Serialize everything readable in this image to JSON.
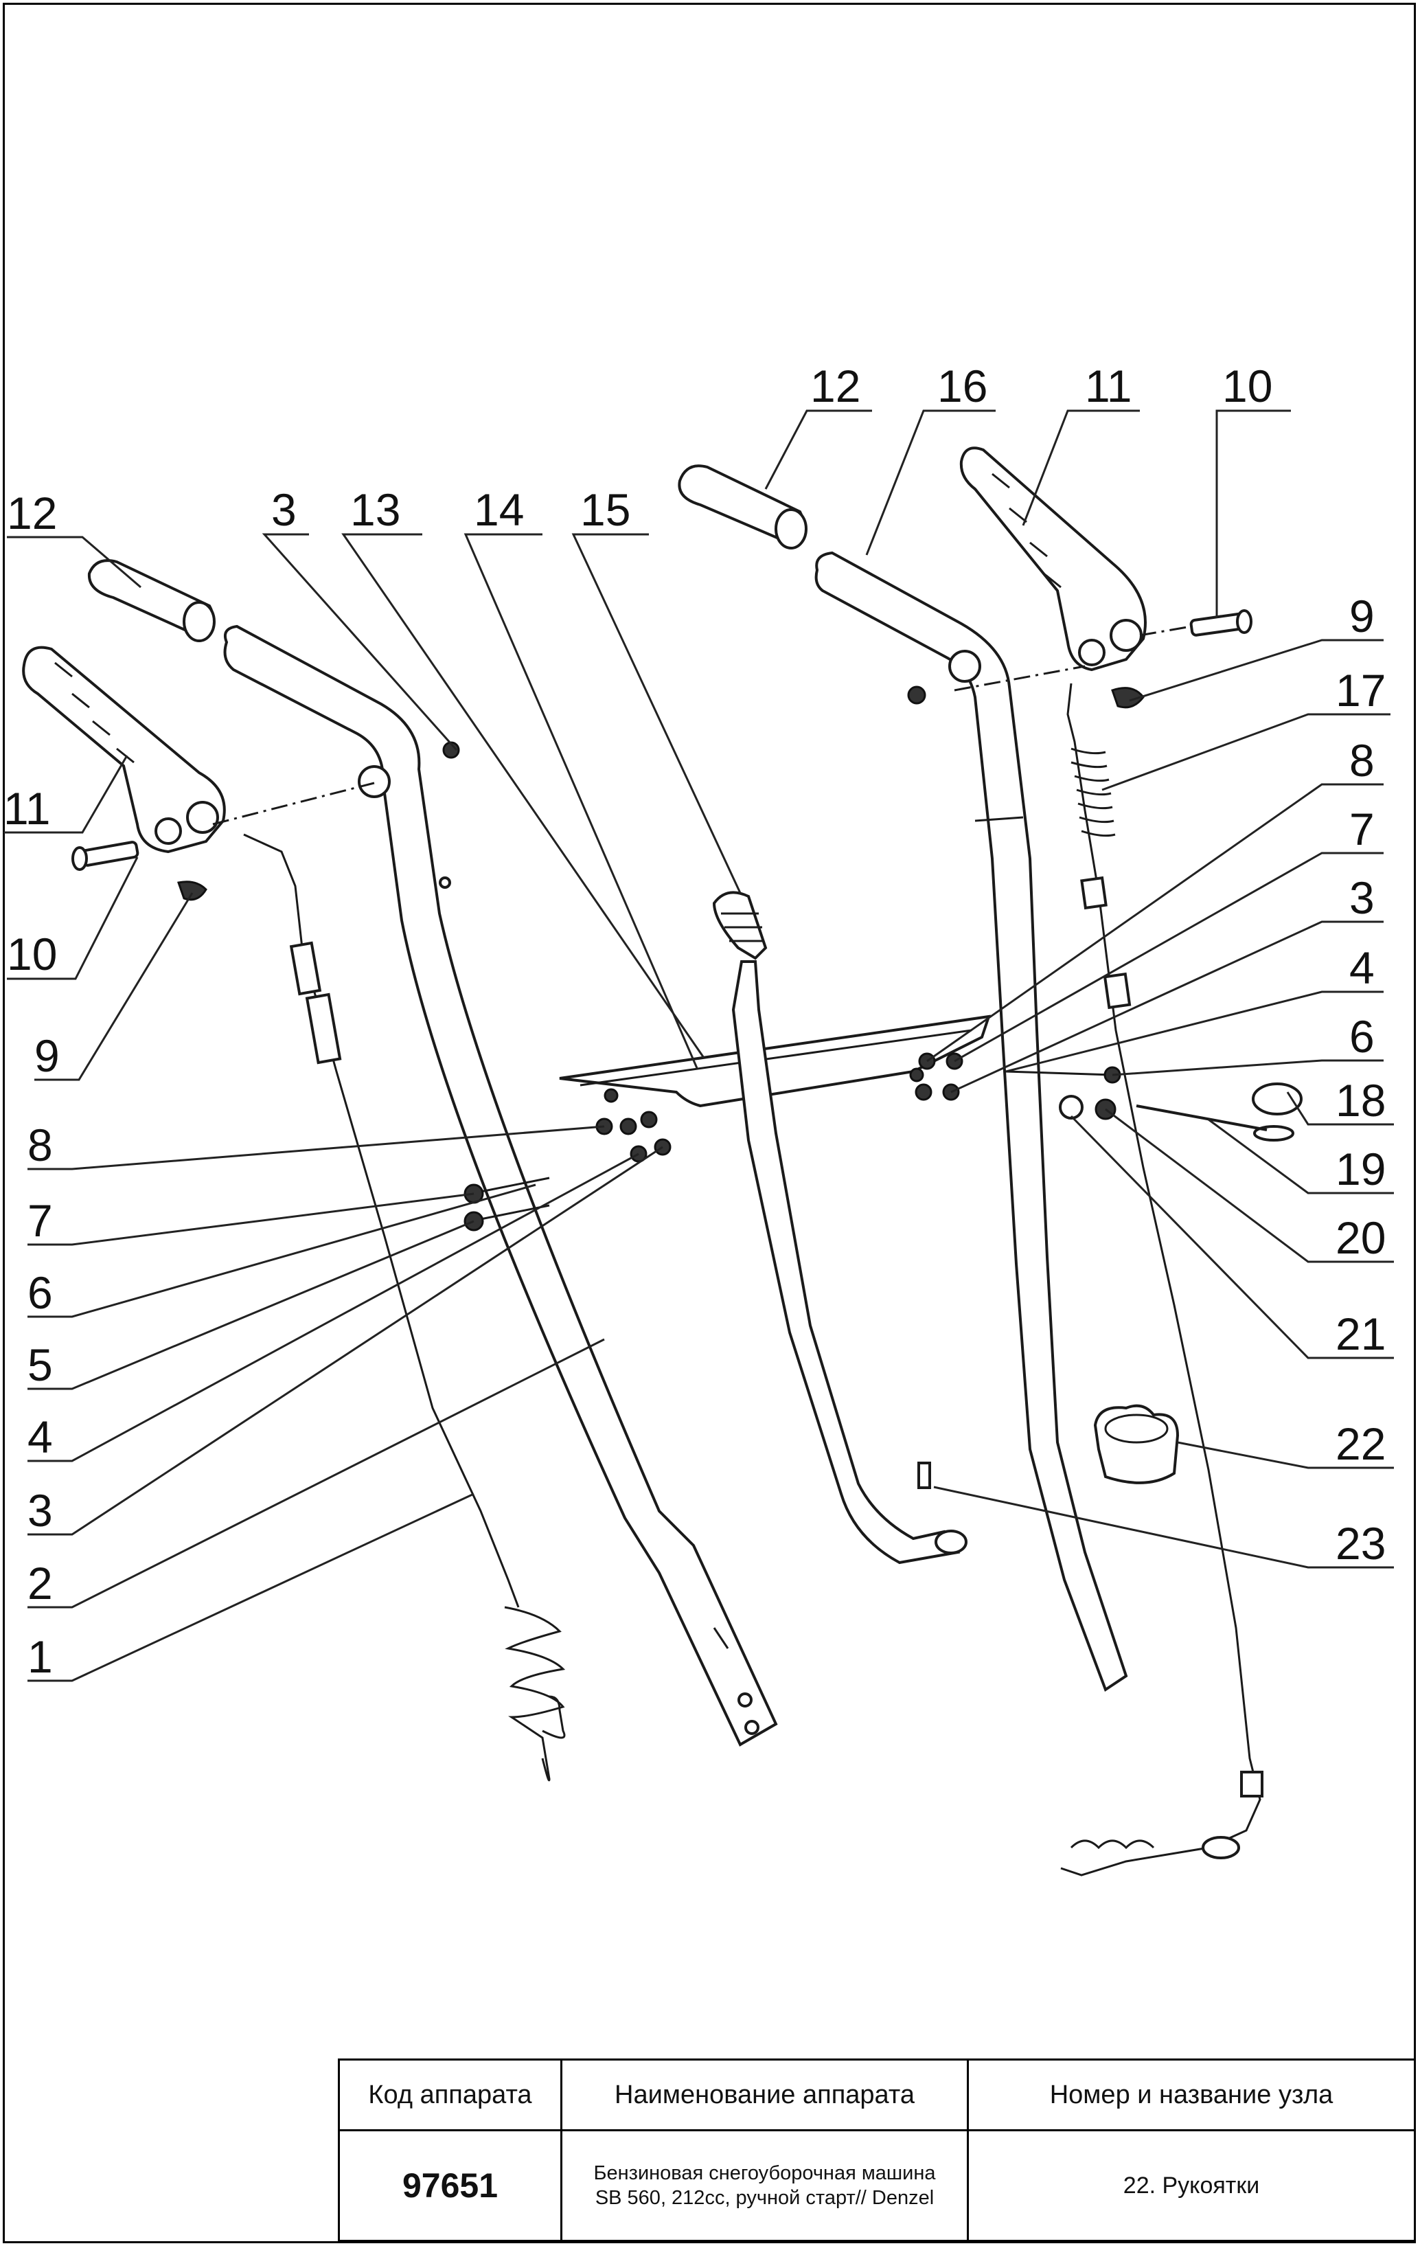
{
  "title_block": {
    "headers": {
      "code": "Код аппарата",
      "name": "Наименование аппарата",
      "unit": "Номер и название узла"
    },
    "values": {
      "code": "97651",
      "name_line1": "Бензиновая снегоуборочная машина",
      "name_line2": "SB 560, 212cc, ручной старт// Denzel",
      "unit": "22. Рукоятки"
    }
  },
  "callouts": {
    "top": [
      "12",
      "16",
      "11",
      "10",
      "3",
      "13",
      "14",
      "15"
    ],
    "left": [
      "12",
      "11",
      "10",
      "9",
      "8",
      "7",
      "6",
      "5",
      "4",
      "3",
      "2",
      "1"
    ],
    "right": [
      "9",
      "17",
      "8",
      "7",
      "3",
      "4",
      "6",
      "18",
      "19",
      "20",
      "21",
      "22",
      "23"
    ]
  }
}
